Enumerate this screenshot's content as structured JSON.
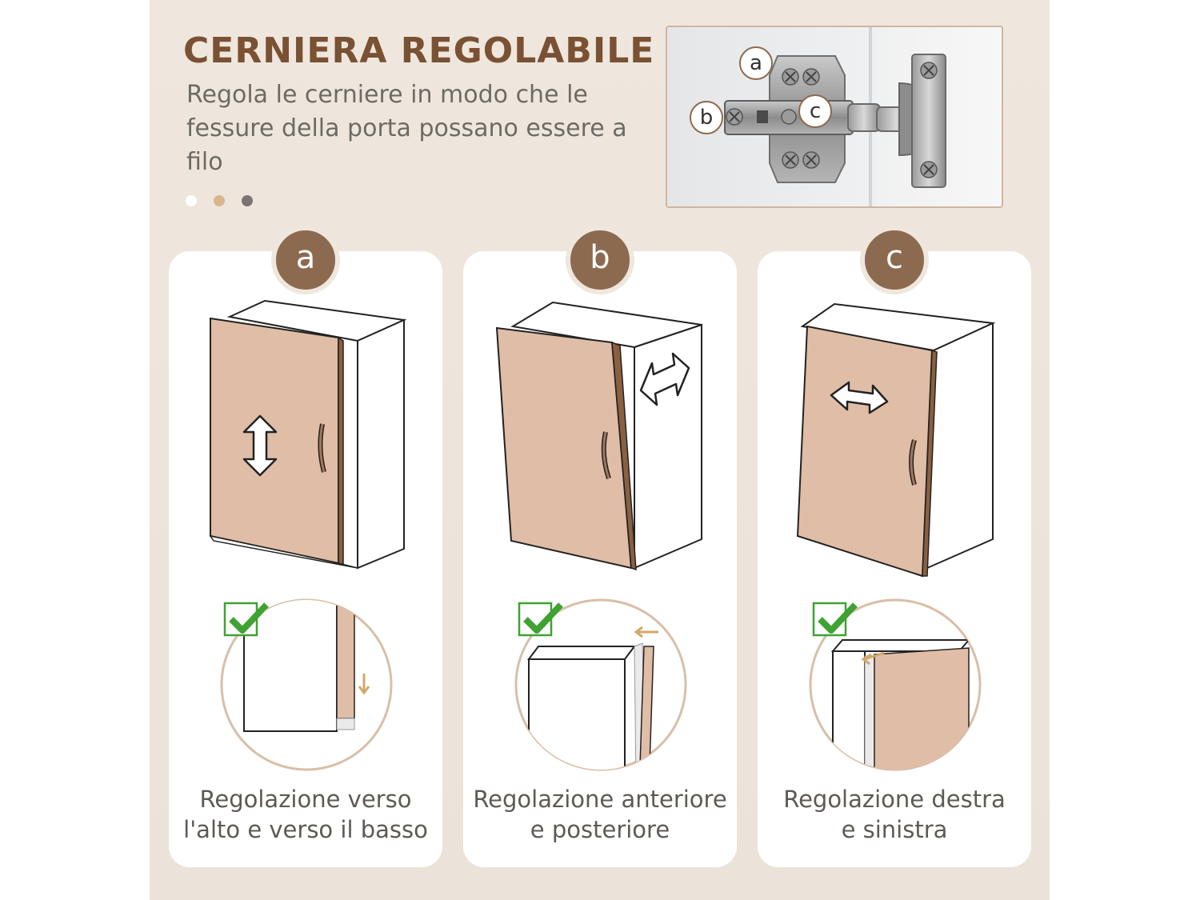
{
  "header": {
    "title": "CERNIERA REGOLABILE",
    "subtitle": "Regola le cerniere in modo che le fessure della porta possano essere a filo"
  },
  "color_swatches": [
    "#ffffff",
    "#d9b68f",
    "#7a7472"
  ],
  "photo": {
    "callouts": [
      "a",
      "b",
      "c"
    ]
  },
  "cards": [
    {
      "letter": "a",
      "caption_line1": "Regolazione verso",
      "caption_line2": "l'alto e verso il basso"
    },
    {
      "letter": "b",
      "caption_line1": "Regolazione anteriore",
      "caption_line2": "e posteriore"
    },
    {
      "letter": "c",
      "caption_line1": "Regolazione destra",
      "caption_line2": "e sinistra"
    }
  ],
  "colors": {
    "title_brown": "#7a5133",
    "badge_brown": "#8c6a50",
    "door_tan": "#e0bda6",
    "check_green": "#3fa232"
  }
}
